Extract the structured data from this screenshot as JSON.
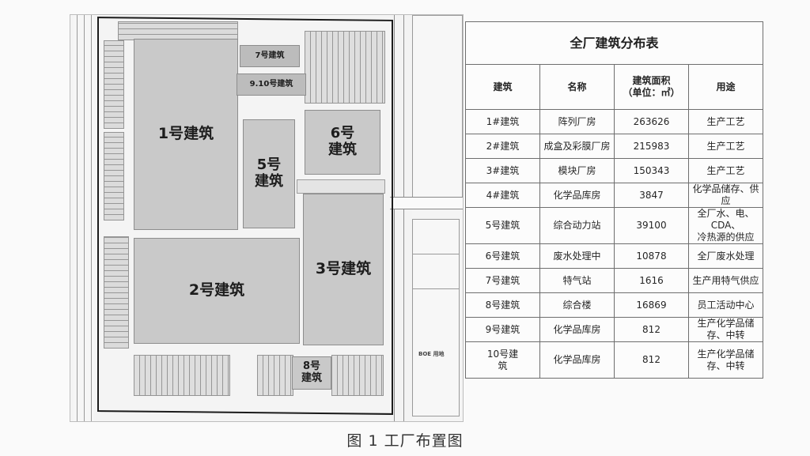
{
  "figure": {
    "caption": "图 1  工厂布置图"
  },
  "site_plan": {
    "buildings": [
      {
        "id": "1",
        "label": "1号建筑"
      },
      {
        "id": "2",
        "label": "2号建筑"
      },
      {
        "id": "3",
        "label": "3号建筑"
      },
      {
        "id": "5",
        "label": "5号\n建筑"
      },
      {
        "id": "6",
        "label": "6号\n建筑"
      },
      {
        "id": "7",
        "label": "7号建筑"
      },
      {
        "id": "9_10",
        "label": "9.10号建筑"
      },
      {
        "id": "8",
        "label": "8号\n建筑"
      }
    ],
    "side_labels": [
      "BOE 用地"
    ]
  },
  "table": {
    "title": "全厂建筑分布表",
    "headers": [
      "建筑",
      "名称",
      "建筑面积\n（单位：㎡）",
      "用途"
    ],
    "rows": [
      {
        "building": "1#建筑",
        "name": "阵列厂房",
        "area": "263626",
        "use": "生产工艺"
      },
      {
        "building": "2#建筑",
        "name": "成盒及彩膜厂房",
        "area": "215983",
        "use": "生产工艺"
      },
      {
        "building": "3#建筑",
        "name": "模块厂房",
        "area": "150343",
        "use": "生产工艺"
      },
      {
        "building": "4#建筑",
        "name": "化学品库房",
        "area": "3847",
        "use": "化学品储存、供应"
      },
      {
        "building": "5号建筑",
        "name": "综合动力站",
        "area": "39100",
        "use": "全厂水、电、CDA、\n冷热源的供应"
      },
      {
        "building": "6号建筑",
        "name": "废水处理中",
        "area": "10878",
        "use": "全厂废水处理"
      },
      {
        "building": "7号建筑",
        "name": "特气站",
        "area": "1616",
        "use": "生产用特气供应"
      },
      {
        "building": "8号建筑",
        "name": "综合楼",
        "area": "16869",
        "use": "员工活动中心"
      },
      {
        "building": "9号建筑",
        "name": "化学品库房",
        "area": "812",
        "use": "生产化学品储存、中转"
      },
      {
        "building": "10号建\n筑",
        "name": "化学品库房",
        "area": "812",
        "use": "生产化学品储存、中转"
      }
    ]
  }
}
